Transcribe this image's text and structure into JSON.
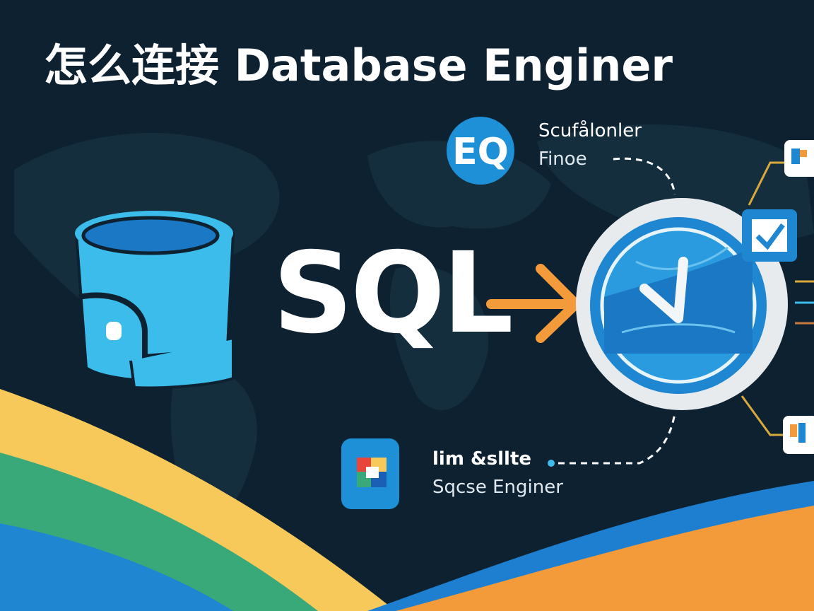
{
  "title": "怎么连接 Database Enginer",
  "center_text": "SQL",
  "top_node": {
    "line1": "Scufålonler",
    "line2": "Finoe",
    "icon": "sq-logo-icon"
  },
  "bottom_node": {
    "line1": "lim &sllte",
    "line2": "Sqcse Enginer",
    "icon": "color-square-logo-icon"
  },
  "icons": [
    "database-bucket-icon",
    "arrow-right-icon",
    "clock-globe-icon",
    "checkbox-icon",
    "chart-tile-icon",
    "puzzle-tile-icon"
  ],
  "colors": {
    "background": "#0e2130",
    "accent_blue": "#1e90d8",
    "light_blue": "#3cbcea",
    "orange": "#f39a3a",
    "yellow": "#f7c95a",
    "green": "#3aa97a"
  }
}
